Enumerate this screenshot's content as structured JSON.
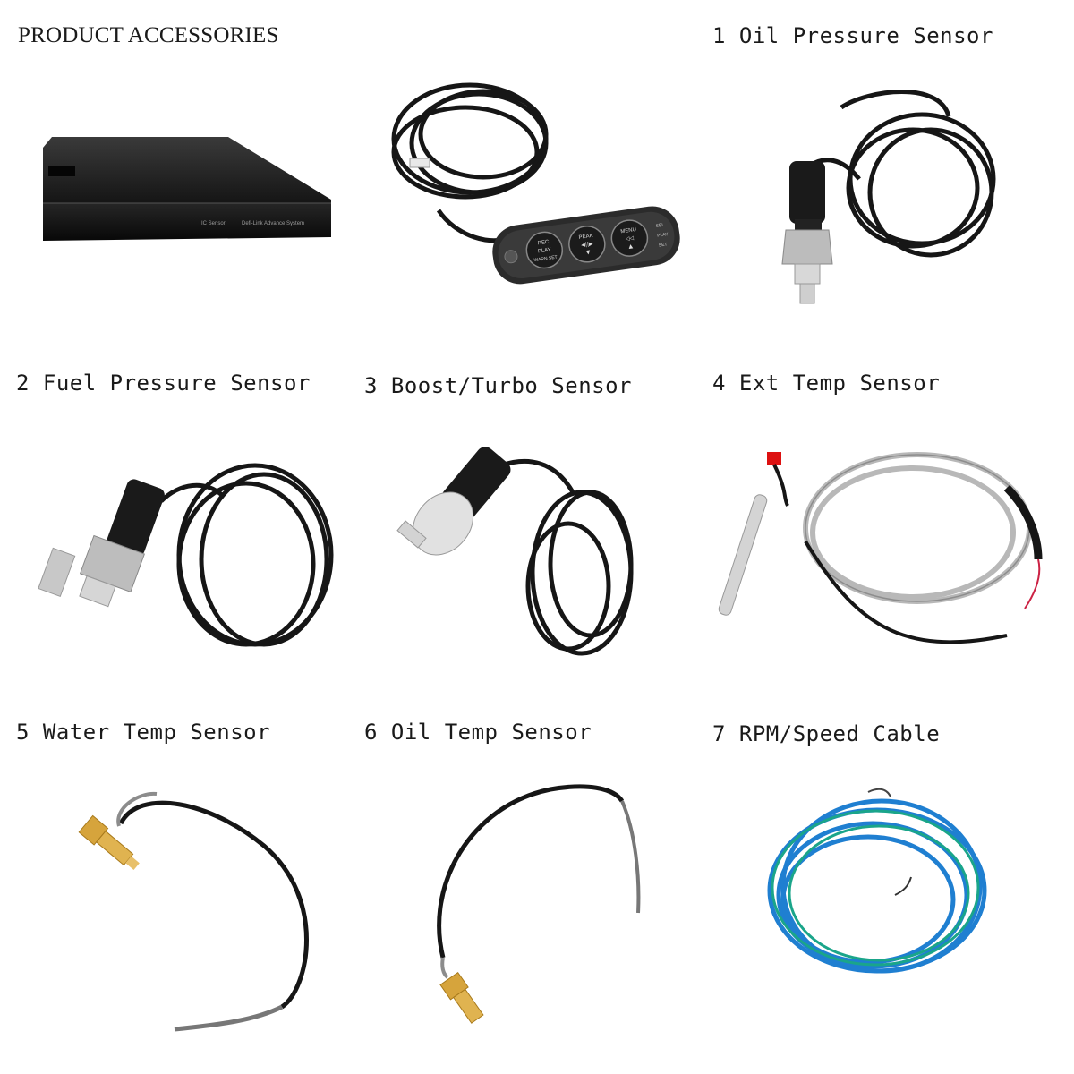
{
  "page": {
    "heading": "PRODUCT ACCESSORIES"
  },
  "control_box": {
    "badge_left": "IC Sensor",
    "badge_right": "Defi-Link Advance System"
  },
  "remote": {
    "buttons": [
      {
        "top": "REC",
        "mid": "PLAY",
        "bottom": "WARN SET"
      },
      {
        "top": "PEAK",
        "mid": "◀||▶",
        "bottom": "▼"
      },
      {
        "top": "MENU",
        "mid": "◁◁",
        "bottom": "▲"
      }
    ],
    "side_labels": [
      "SEL",
      "PLAY",
      "SET"
    ]
  },
  "items": [
    {
      "label": "1 Oil Pressure Sensor"
    },
    {
      "label": "2 Fuel Pressure Sensor"
    },
    {
      "label": "3 Boost/Turbo Sensor"
    },
    {
      "label": "4 Ext Temp Sensor"
    },
    {
      "label": "5 Water Temp Sensor"
    },
    {
      "label": "6 Oil Temp Sensor"
    },
    {
      "label": "7 RPM/Speed Cable"
    }
  ],
  "colors": {
    "background": "#ffffff",
    "cable_black": "#161616",
    "steel": "#c9c9c9",
    "brass": "#d6a43c",
    "blue_wire": "#1f7fd1",
    "teal_wire": "#1aa58a"
  }
}
